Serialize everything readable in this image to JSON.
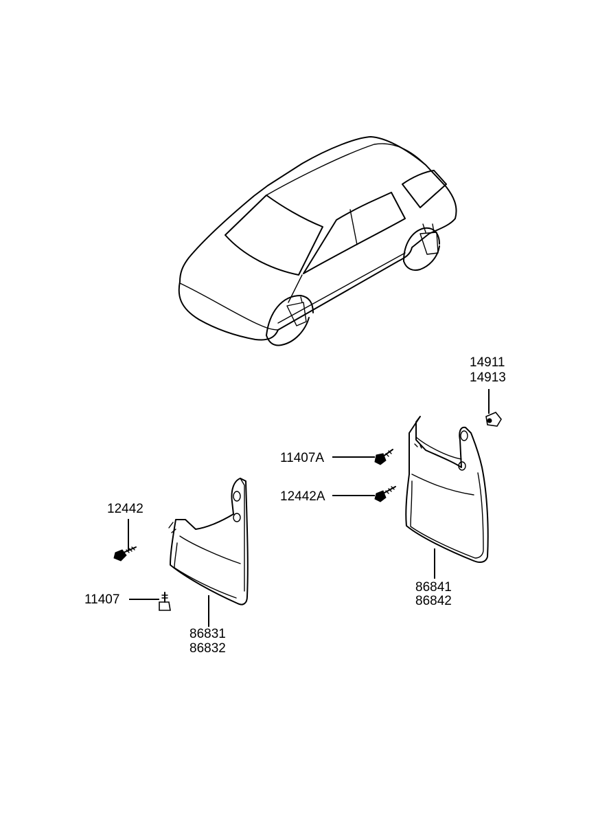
{
  "diagram": {
    "parts": {
      "clip_14911": "14911",
      "clip_14913": "14913",
      "bolt_11407a": "11407A",
      "screw_12442a": "12442A",
      "mudguard_86841": "86841",
      "mudguard_86842": "86842",
      "screw_12442": "12442",
      "bolt_11407": "11407",
      "mudguard_86831": "86831",
      "mudguard_86832": "86832"
    }
  }
}
